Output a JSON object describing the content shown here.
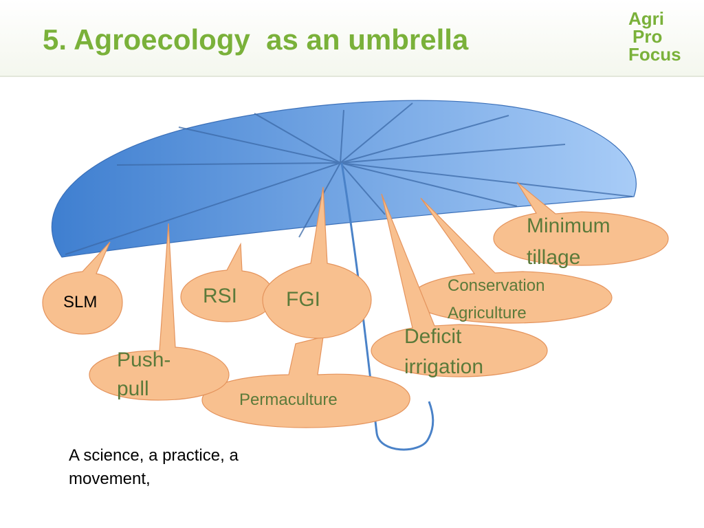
{
  "slide": {
    "title": "5. Agroecology  as an umbrella",
    "logo": {
      "line1": "Agri",
      "line2": "Pro",
      "line3": "Focus"
    },
    "caption": "A science, a practice, a movement,"
  },
  "diagram": {
    "labels": {
      "slm": "SLM",
      "rsi": "RSI",
      "fgi": "FGI",
      "push_pull": "Push-\npull",
      "permaculture": "Permaculture",
      "deficit_irrigation": "Deficit\nirrigation",
      "conservation_agriculture": "Conservation\nAgriculture",
      "minimum_tillage": "Minimum\ntillage"
    }
  },
  "colors": {
    "title_green": "#7ab13a",
    "canopy_dark": "#3f7fd0",
    "canopy_light": "#a8ccf7",
    "bubble_fill": "#f8c08f",
    "bubble_stroke": "#e4935c",
    "label_text": "#5b7a3a"
  }
}
